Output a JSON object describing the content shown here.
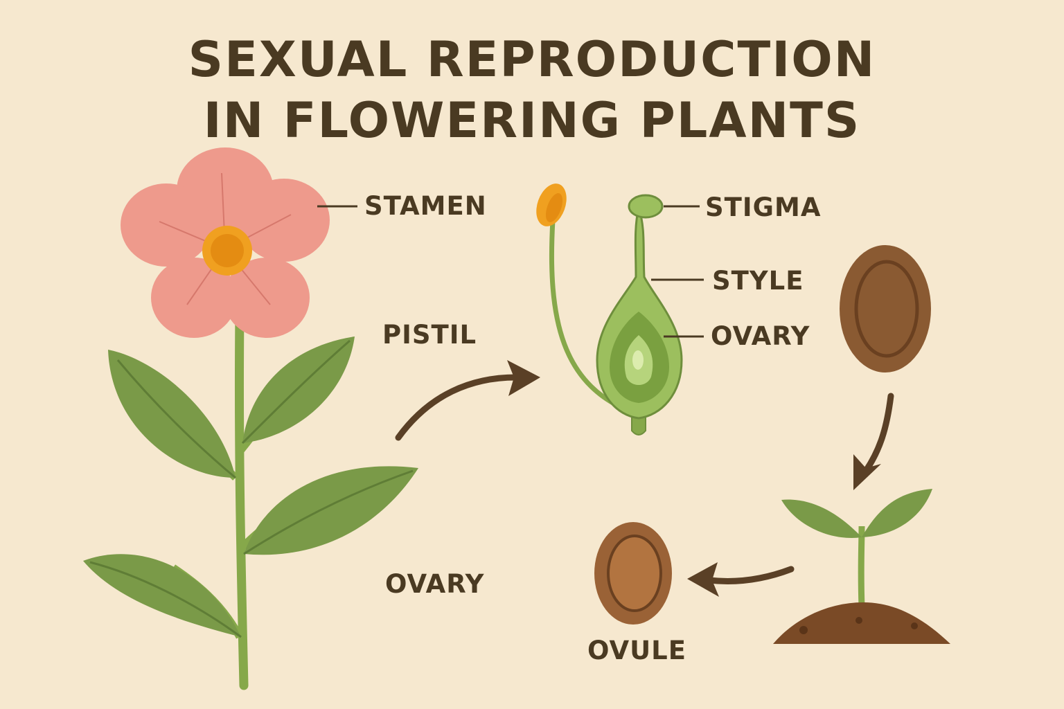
{
  "title": {
    "line1": "SEXUAL REPRODUCTION",
    "line2": "IN FLOWERING PLANTS"
  },
  "labels": {
    "stamen": "STAMEN",
    "pistil": "PISTIL",
    "ovary_left": "OVARY",
    "stigma": "STIGMA",
    "style": "STYLE",
    "ovary_right": "OVARY",
    "ovule": "OVULE"
  },
  "colors": {
    "background": "#f6e8cf",
    "text": "#4a3a22",
    "petal": "#ee9a8c",
    "flower_center": "#f0a020",
    "leaf": "#7a9a48",
    "stem": "#86a84a",
    "seed": "#8a5a32",
    "soil": "#7a4a26",
    "arrow": "#5a4026"
  },
  "icons": [
    "flower-icon",
    "stamen-icon",
    "pistil-icon",
    "seed-icon",
    "seedling-icon",
    "ovule-icon",
    "arrow-icon"
  ]
}
